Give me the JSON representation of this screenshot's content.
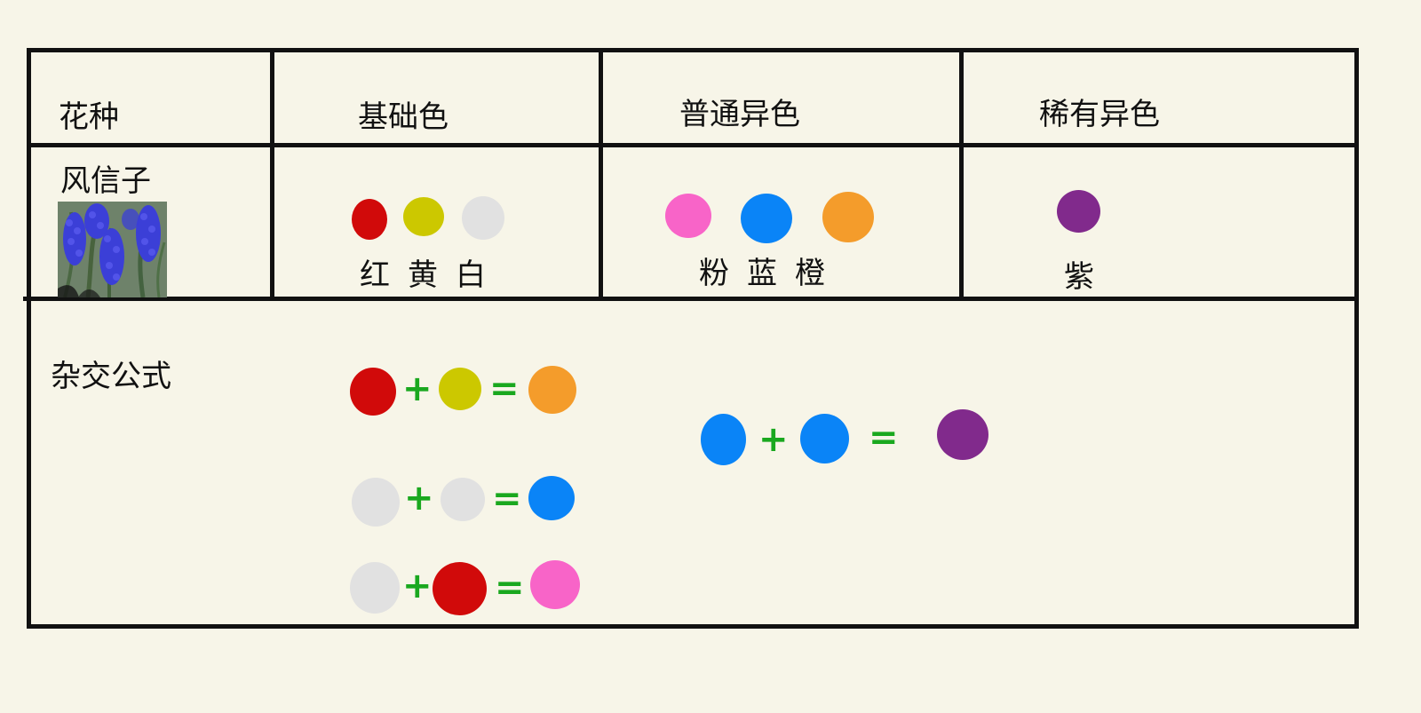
{
  "table": {
    "headers": [
      "花种",
      "基础色",
      "普通异色",
      "稀有异色"
    ],
    "flower": "风信子",
    "basic_colors": [
      "红",
      "黄",
      "白"
    ],
    "common_colors": [
      "粉",
      "蓝",
      "橙"
    ],
    "rare_colors": [
      "紫"
    ],
    "formula_label": "杂交公式"
  },
  "symbols": {
    "plus": "+",
    "equals": "="
  },
  "colors": {
    "red": "#d10a0a",
    "yellow": "#ccc800",
    "white": "#e1e1e1",
    "pink": "#f864c8",
    "blue": "#0a84f7",
    "orange": "#f49c2b",
    "purple": "#812a8c",
    "plus_equals": "#1aa81f",
    "background": "#f7f5e8",
    "line": "#111111"
  },
  "icons": {
    "flower_photo": "hyacinth-photo-icon"
  }
}
